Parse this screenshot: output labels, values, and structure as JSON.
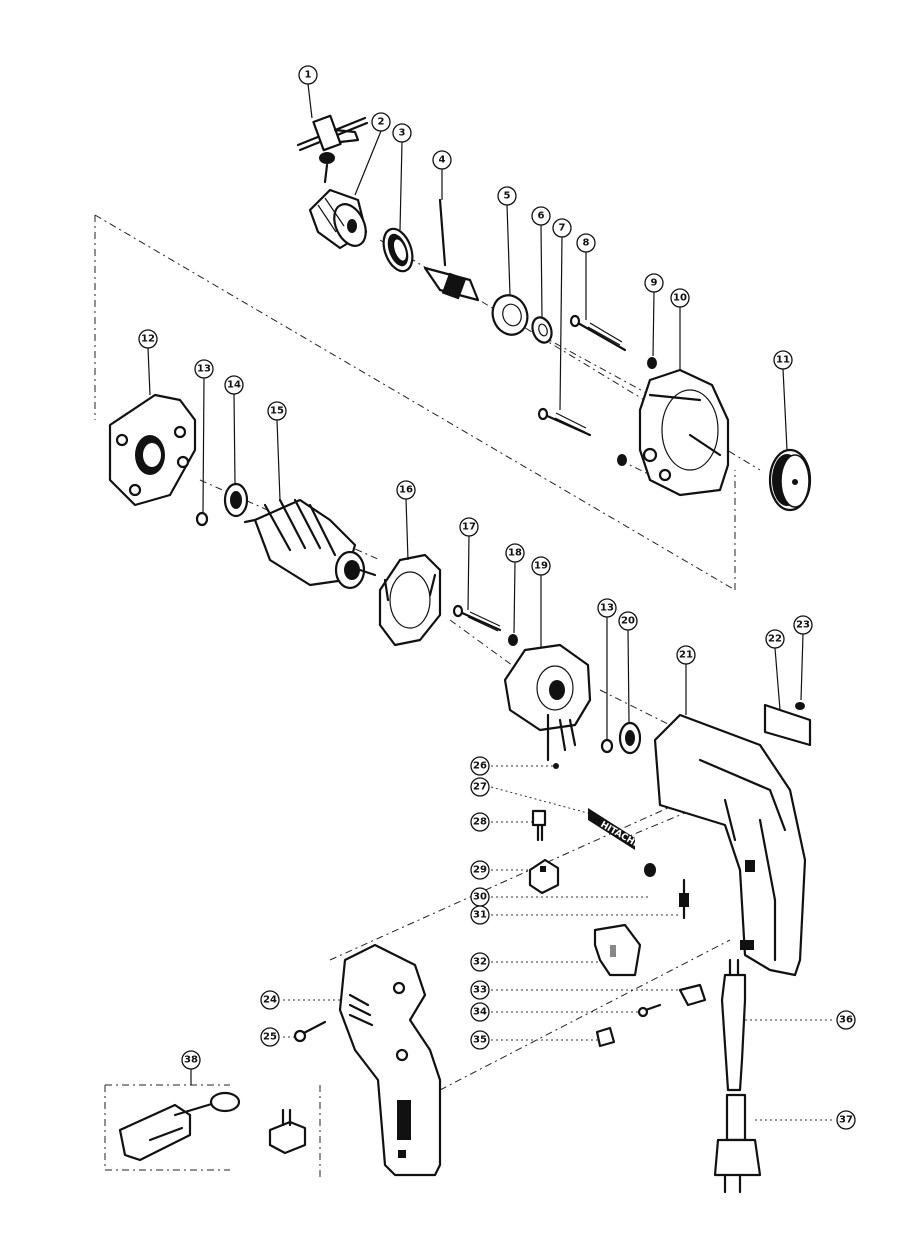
{
  "diagram": {
    "callouts": [
      {
        "id": "p1",
        "label": "1"
      },
      {
        "id": "p2",
        "label": "2"
      },
      {
        "id": "p3",
        "label": "3"
      },
      {
        "id": "p4",
        "label": "4"
      },
      {
        "id": "p5",
        "label": "5"
      },
      {
        "id": "p6",
        "label": "6"
      },
      {
        "id": "p7",
        "label": "7"
      },
      {
        "id": "p8",
        "label": "8"
      },
      {
        "id": "p9",
        "label": "9"
      },
      {
        "id": "p10",
        "label": "10"
      },
      {
        "id": "p11",
        "label": "11"
      },
      {
        "id": "p12",
        "label": "12"
      },
      {
        "id": "p13a",
        "label": "13"
      },
      {
        "id": "p14",
        "label": "14"
      },
      {
        "id": "p15",
        "label": "15"
      },
      {
        "id": "p16",
        "label": "16"
      },
      {
        "id": "p17",
        "label": "17"
      },
      {
        "id": "p18",
        "label": "18"
      },
      {
        "id": "p19",
        "label": "19"
      },
      {
        "id": "p13b",
        "label": "13"
      },
      {
        "id": "p20",
        "label": "20"
      },
      {
        "id": "p21",
        "label": "21"
      },
      {
        "id": "p22",
        "label": "22"
      },
      {
        "id": "p23",
        "label": "23"
      },
      {
        "id": "p26",
        "label": "26"
      },
      {
        "id": "p27",
        "label": "27"
      },
      {
        "id": "p28",
        "label": "28"
      },
      {
        "id": "p29",
        "label": "29"
      },
      {
        "id": "p30",
        "label": "30"
      },
      {
        "id": "p31",
        "label": "31"
      },
      {
        "id": "p32",
        "label": "32"
      },
      {
        "id": "p24",
        "label": "24"
      },
      {
        "id": "p33",
        "label": "33"
      },
      {
        "id": "p34",
        "label": "34"
      },
      {
        "id": "p25",
        "label": "25"
      },
      {
        "id": "p35",
        "label": "35"
      },
      {
        "id": "p36",
        "label": "36"
      },
      {
        "id": "p37",
        "label": "37"
      },
      {
        "id": "p38",
        "label": "38"
      }
    ],
    "nameplate_text": "HITACHI"
  }
}
